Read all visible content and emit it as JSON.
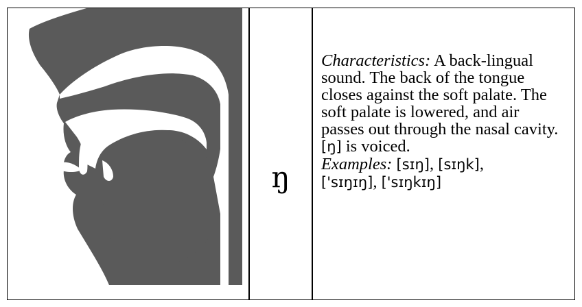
{
  "symbol": "ŋ",
  "description": {
    "characteristics_label": "Characteristics:",
    "characteristics_text_1": " A back-lingual sound. The back of the tongue closes against the soft palate. The soft palate is lowered, and air passes out through the nasal cavity. ",
    "characteristics_ipa": "[ŋ]",
    "characteristics_text_2": " is voiced.",
    "examples_label": "Examples:",
    "examples_sep": " ",
    "example_1": "[sɪŋ]",
    "example_2": "[sɪŋk]",
    "example_3": "['sɪŋɪŋ]",
    "example_4": "['sɪŋkɪŋ]",
    "comma": ", "
  },
  "colors": {
    "tract": "#5a5a5a",
    "background": "#ffffff",
    "border": "#000000"
  }
}
